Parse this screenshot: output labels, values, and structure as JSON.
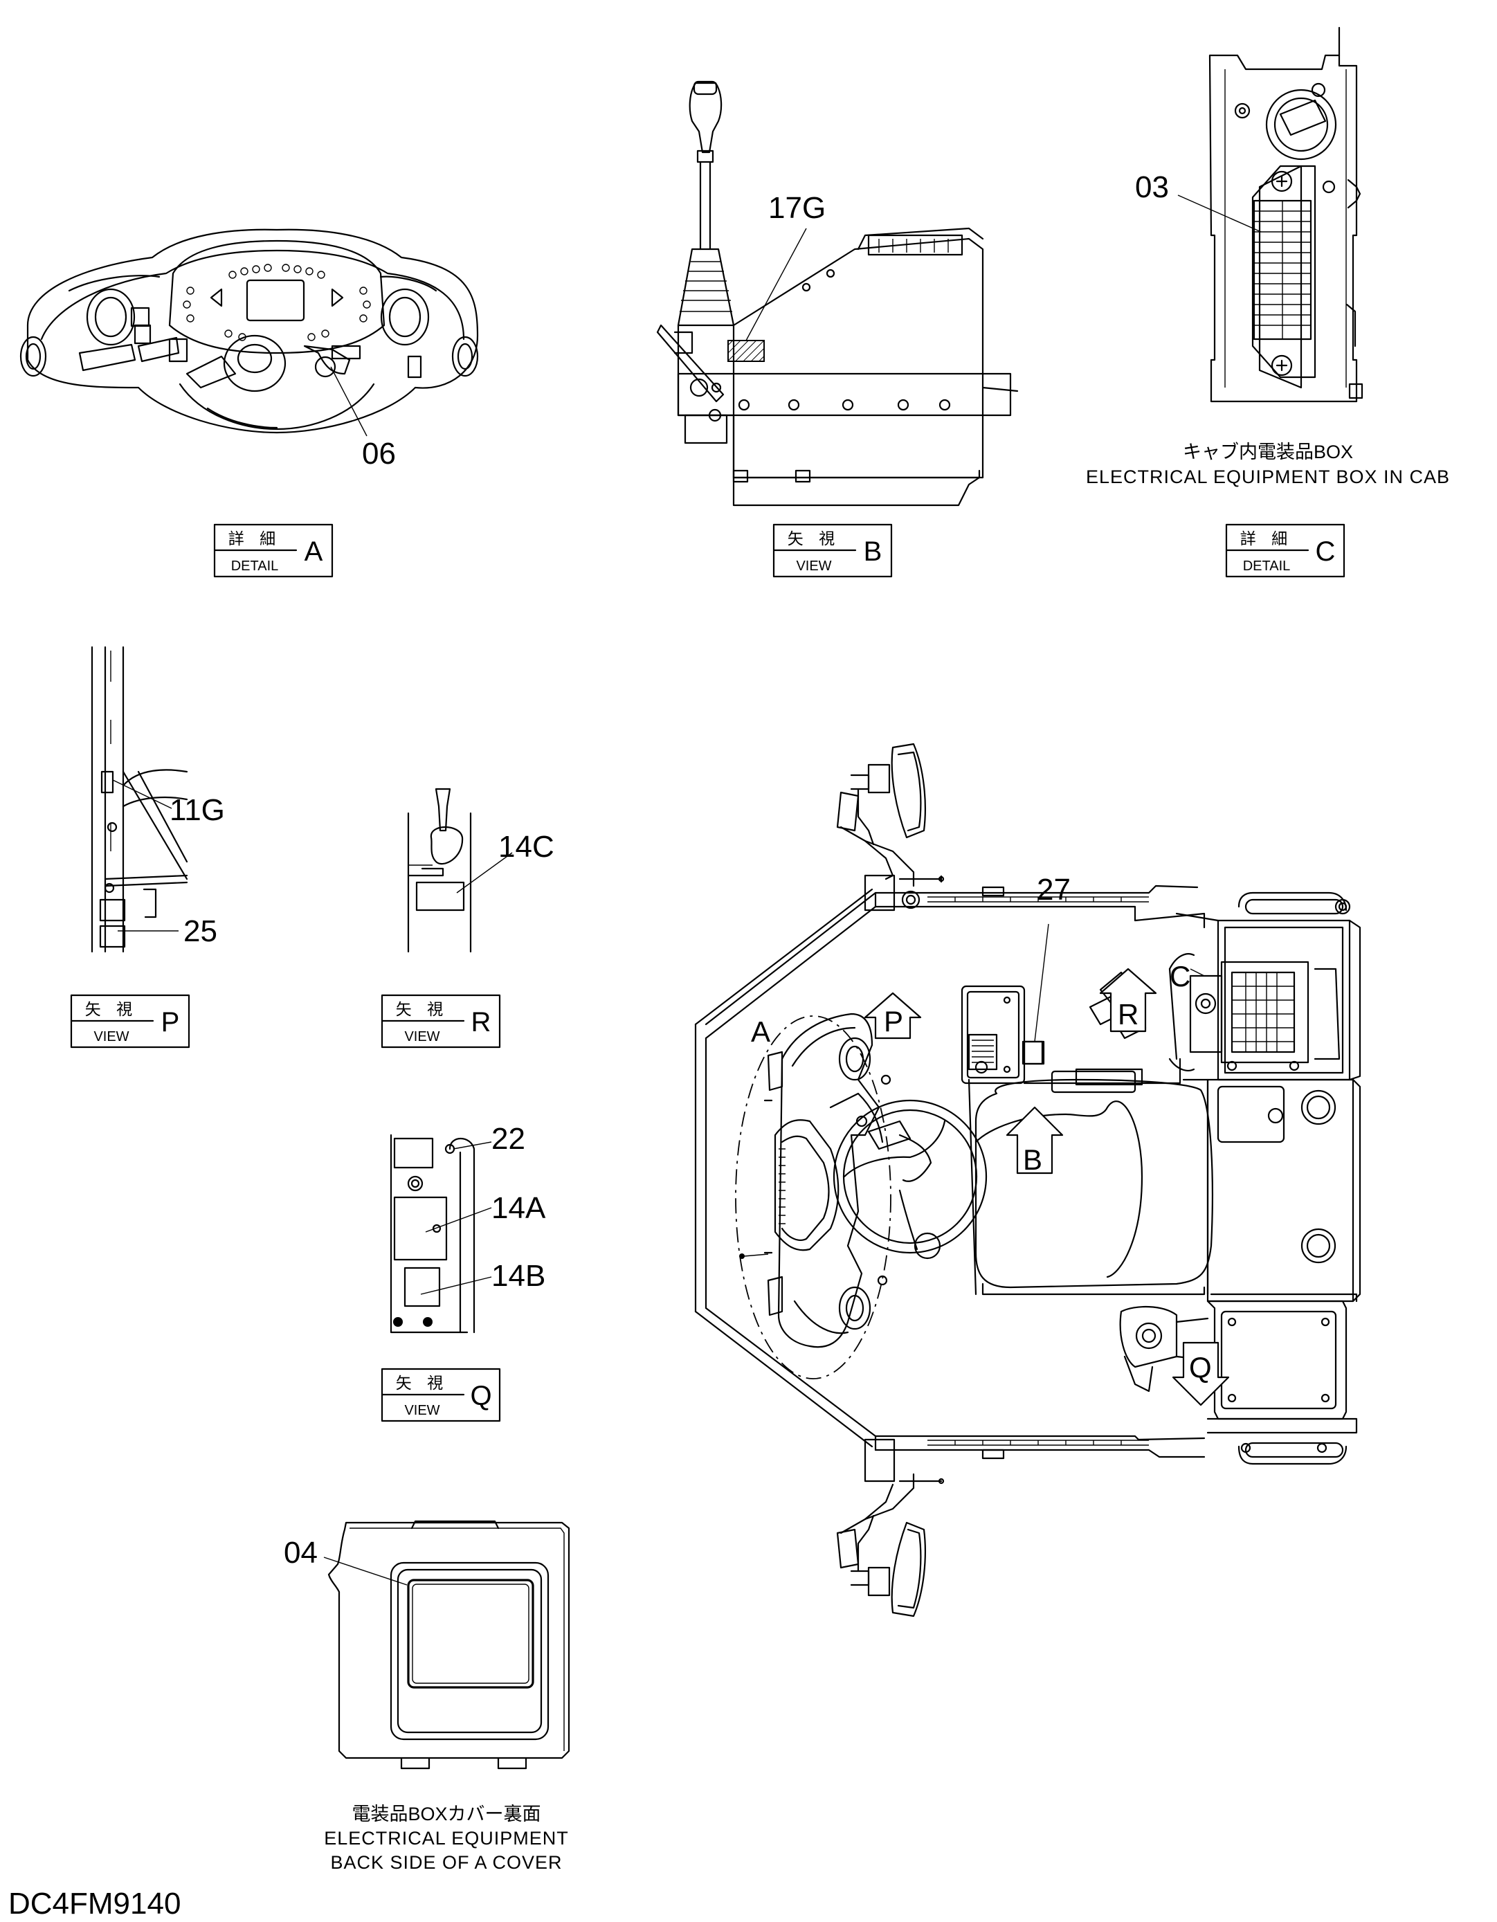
{
  "drawing_id": "DC4FM9140",
  "part_labels": {
    "p06": "06",
    "p17g": "17G",
    "p03": "03",
    "p11g": "11G",
    "p25": "25",
    "p14c": "14C",
    "p22": "22",
    "p14a": "14A",
    "p14b": "14B",
    "p04": "04",
    "p27": "27"
  },
  "view_letters": {
    "a": "A",
    "b": "B",
    "c": "C",
    "p": "P",
    "r": "R",
    "q": "Q"
  },
  "title_boxes": {
    "detail_a": {
      "jp": "詳 細",
      "en": "DETAIL",
      "letter": "A"
    },
    "view_b": {
      "jp": "矢 視",
      "en": "VIEW",
      "letter": "B"
    },
    "detail_c": {
      "jp": "詳 細",
      "en": "DETAIL",
      "letter": "C"
    },
    "view_p": {
      "jp": "矢 視",
      "en": "VIEW",
      "letter": "P"
    },
    "view_r": {
      "jp": "矢 視",
      "en": "VIEW",
      "letter": "R"
    },
    "view_q": {
      "jp": "矢 視",
      "en": "VIEW",
      "letter": "Q"
    }
  },
  "captions": {
    "cab_box_jp": "キャブ内電装品BOX",
    "cab_box_en": "ELECTRICAL  EQUIPMENT  BOX  IN  CAB",
    "cover_jp": "電装品BOXカバー裏面",
    "cover_en_1": "ELECTRICAL EQUIPMENT",
    "cover_en_2": "BACK SIDE OF A COVER"
  }
}
